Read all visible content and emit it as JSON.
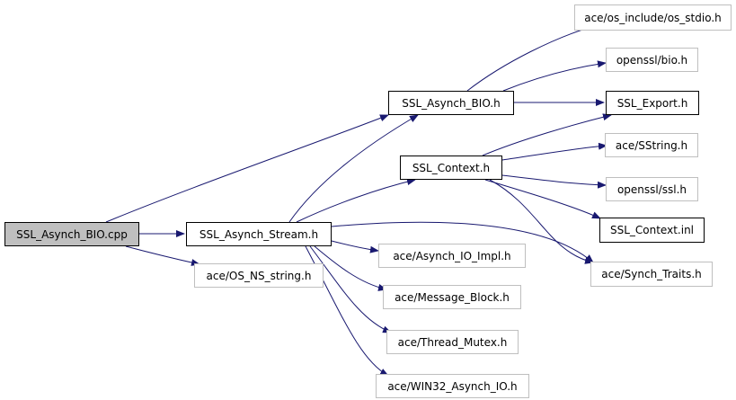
{
  "diagram": {
    "edge_color": "#191970",
    "nodes": {
      "ssl_asynch_bio_cpp": {
        "label": "SSL_Asynch_BIO.cpp",
        "style": "root"
      },
      "ssl_asynch_stream_h": {
        "label": "SSL_Asynch_Stream.h",
        "style": "primary"
      },
      "ace_os_ns_string_h": {
        "label": "ace/OS_NS_string.h",
        "style": "external"
      },
      "ssl_asynch_bio_h": {
        "label": "SSL_Asynch_BIO.h",
        "style": "primary"
      },
      "ssl_context_h": {
        "label": "SSL_Context.h",
        "style": "primary"
      },
      "ace_asynch_io_impl_h": {
        "label": "ace/Asynch_IO_Impl.h",
        "style": "external"
      },
      "ace_message_block_h": {
        "label": "ace/Message_Block.h",
        "style": "external"
      },
      "ace_thread_mutex_h": {
        "label": "ace/Thread_Mutex.h",
        "style": "external"
      },
      "ace_win32_asynch_io_h": {
        "label": "ace/WIN32_Asynch_IO.h",
        "style": "external"
      },
      "ace_os_stdio_h": {
        "label": "ace/os_include/os_stdio.h",
        "style": "external"
      },
      "openssl_bio_h": {
        "label": "openssl/bio.h",
        "style": "external"
      },
      "ssl_export_h": {
        "label": "SSL_Export.h",
        "style": "primary"
      },
      "ace_sstring_h": {
        "label": "ace/SString.h",
        "style": "external"
      },
      "openssl_ssl_h": {
        "label": "openssl/ssl.h",
        "style": "external"
      },
      "ssl_context_inl": {
        "label": "SSL_Context.inl",
        "style": "primary"
      },
      "ace_synch_traits_h": {
        "label": "ace/Synch_Traits.h",
        "style": "external"
      }
    },
    "edges": [
      {
        "from": "ssl_asynch_bio_cpp",
        "to": "ssl_asynch_stream_h"
      },
      {
        "from": "ssl_asynch_bio_cpp",
        "to": "ssl_asynch_bio_h"
      },
      {
        "from": "ssl_asynch_bio_cpp",
        "to": "ace_os_ns_string_h"
      },
      {
        "from": "ssl_asynch_stream_h",
        "to": "ssl_asynch_bio_h"
      },
      {
        "from": "ssl_asynch_stream_h",
        "to": "ssl_context_h"
      },
      {
        "from": "ssl_asynch_stream_h",
        "to": "ace_synch_traits_h"
      },
      {
        "from": "ssl_asynch_stream_h",
        "to": "ace_asynch_io_impl_h"
      },
      {
        "from": "ssl_asynch_stream_h",
        "to": "ace_message_block_h"
      },
      {
        "from": "ssl_asynch_stream_h",
        "to": "ace_thread_mutex_h"
      },
      {
        "from": "ssl_asynch_stream_h",
        "to": "ace_win32_asynch_io_h"
      },
      {
        "from": "ssl_asynch_bio_h",
        "to": "ace_os_stdio_h"
      },
      {
        "from": "ssl_asynch_bio_h",
        "to": "openssl_bio_h"
      },
      {
        "from": "ssl_asynch_bio_h",
        "to": "ssl_export_h"
      },
      {
        "from": "ssl_context_h",
        "to": "ssl_export_h"
      },
      {
        "from": "ssl_context_h",
        "to": "ace_sstring_h"
      },
      {
        "from": "ssl_context_h",
        "to": "openssl_ssl_h"
      },
      {
        "from": "ssl_context_h",
        "to": "ssl_context_inl"
      },
      {
        "from": "ssl_context_h",
        "to": "ace_synch_traits_h"
      }
    ]
  }
}
